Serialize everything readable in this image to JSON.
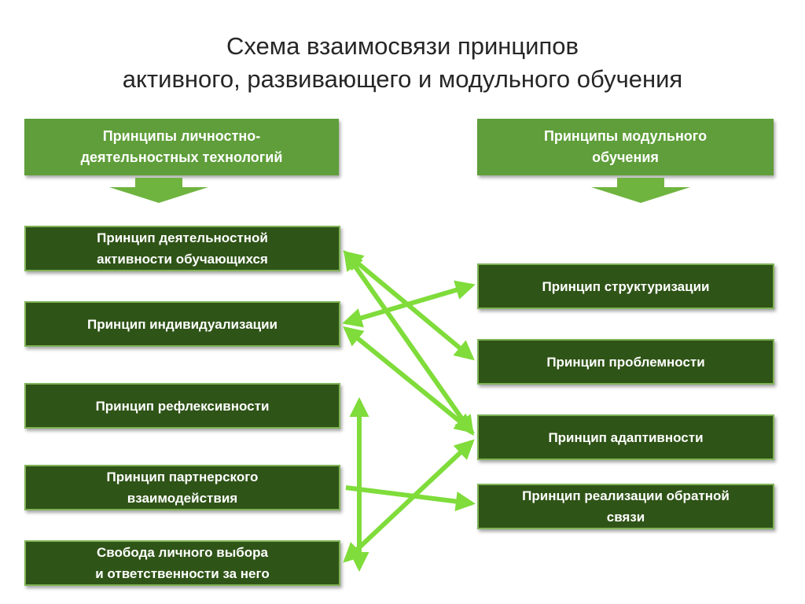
{
  "title": {
    "line1": "Схема взаимосвязи принципов",
    "line2": "активного, развивающего и модульного обучения"
  },
  "left_header": "Принципы личностно-\nдеятельностных технологий",
  "right_header": "Принципы модульного\nобучения",
  "left_boxes": [
    "Принцип деятельностной\nактивности  обучающихся",
    "Принцип индивидуализации",
    "Принцип рефлексивности",
    "Принцип партнерского\nвзаимодействия",
    "Свобода личного выбора\nи ответственности за него"
  ],
  "right_boxes": [
    "Принцип структуризации",
    "Принцип проблемности",
    "Принцип адаптивности",
    "Принцип реализации обратной\nсвязи"
  ],
  "colors": {
    "header_green": "#5f9e3a",
    "box_dark_green": "#2f5417",
    "arrow_green": "#7fdc3a"
  }
}
